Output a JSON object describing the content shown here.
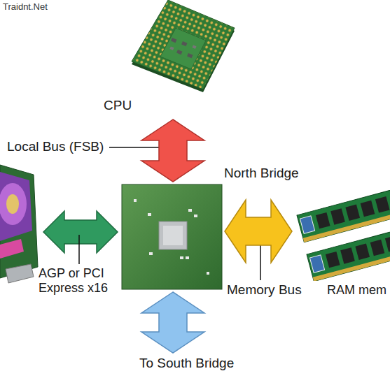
{
  "diagram": {
    "nodes": [
      {
        "text": [
          "CPU"
        ]
      },
      {
        "text": [
          "North Bridge"
        ]
      },
      {
        "text": [
          "RAM mem"
        ]
      },
      {
        "text": [
          "To South Bridge"
        ]
      }
    ],
    "edges": [
      {
        "from": 0,
        "to": 1,
        "label": "Local Bus (FSB)",
        "arrow": "both"
      },
      {
        "from": 1,
        "to": 2,
        "label": "Memory Bus",
        "arrow": "both"
      },
      {
        "from": 1,
        "to": 3,
        "arrow": "both"
      }
    ],
    "labels": [
      "Traidnt.Net",
      "AGP or PCI Express x16"
    ]
  }
}
